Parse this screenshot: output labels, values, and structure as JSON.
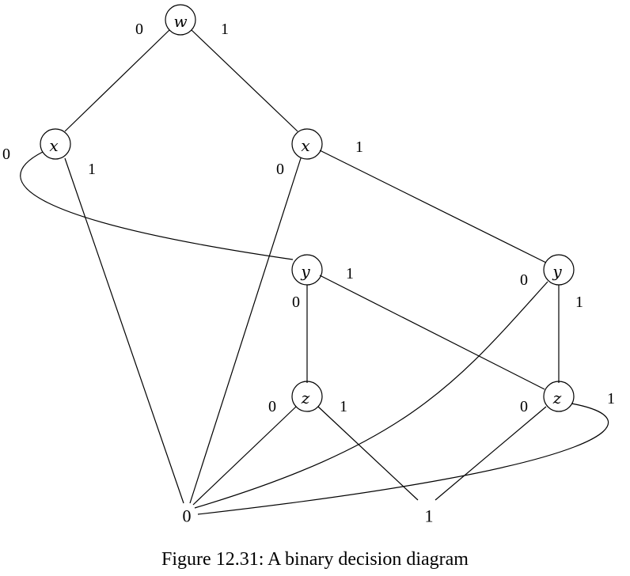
{
  "caption": "Figure 12.31: A binary decision diagram",
  "nodes": {
    "w_root": "w",
    "x_left": "x",
    "x_right": "x",
    "y_left": "y",
    "y_right": "y",
    "z_left": "z",
    "z_right": "z"
  },
  "terminals": {
    "zero": "0",
    "one": "1"
  },
  "edge_labels": {
    "w_0": "0",
    "w_1": "1",
    "x_left_0": "0",
    "x_left_1": "1",
    "x_right_0": "0",
    "x_right_1": "1",
    "y_left_0": "0",
    "y_left_1": "1",
    "y_right_0": "0",
    "y_right_1": "1",
    "z_left_0": "0",
    "z_left_1": "1",
    "z_right_0": "0",
    "z_right_1": "1"
  }
}
